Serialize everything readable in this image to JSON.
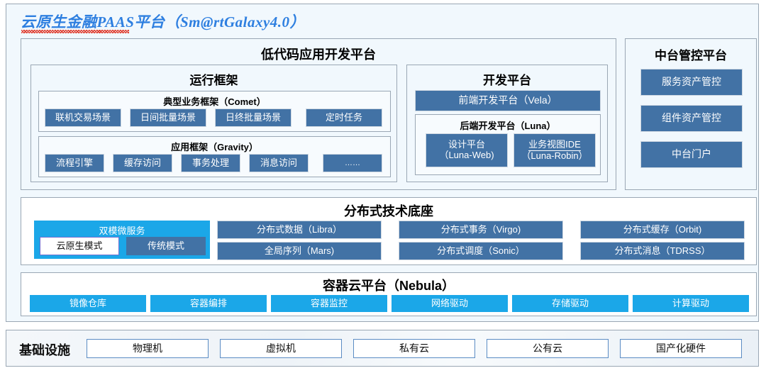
{
  "title": "云原生金融PAAS平台（Sm@rtGalaxy4.0）",
  "colors": {
    "steel_blue": "#4272a5",
    "cyan": "#1ba7e8",
    "panel_bg": "#f1f8fd",
    "border": "#9aa7b4",
    "title_blue": "#2e7fe0",
    "spellcheck_red": "#e03020"
  },
  "lowcode": {
    "title": "低代码应用开发平台",
    "runtime": {
      "title": "运行框架",
      "comet": {
        "title": "典型业务框架（Comet）",
        "items": [
          "联机交易场景",
          "日间批量场景",
          "日终批量场景",
          "定时任务"
        ]
      },
      "gravity": {
        "title": "应用框架（Gravity）",
        "items": [
          "流程引擎",
          "缓存访问",
          "事务处理",
          "消息访问",
          "……"
        ]
      }
    },
    "devplatform": {
      "title": "开发平台",
      "frontend": "前端开发平台（Vela）",
      "backend": {
        "title": "后端开发平台（Luna）",
        "items": [
          {
            "line1": "设计平台",
            "line2": "（Luna-Web)"
          },
          {
            "line1": "业务视图IDE",
            "line2": "（Luna-Robin）"
          }
        ]
      }
    }
  },
  "midplatform": {
    "title": "中台管控平台",
    "items": [
      "服务资产管控",
      "组件资产管控",
      "中台门户"
    ]
  },
  "distributed_base": {
    "title": "分布式技术底座",
    "dualmode": {
      "title": "双模微服务",
      "modes": [
        "云原生模式",
        "传统模式"
      ]
    },
    "columns": [
      [
        "分布式数据（Libra）",
        "全局序列（Mars)"
      ],
      [
        "分布式事务（Virgo)",
        "分布式调度（Sonic）"
      ],
      [
        "分布式缓存（Orbit)",
        "分布式消息（TDRSS）"
      ]
    ]
  },
  "container_cloud": {
    "title": "容器云平台（Nebula）",
    "items": [
      "镜像仓库",
      "容器编排",
      "容器监控",
      "网络驱动",
      "存储驱动",
      "计算驱动"
    ]
  },
  "infrastructure": {
    "label": "基础设施",
    "items": [
      "物理机",
      "虚拟机",
      "私有云",
      "公有云",
      "国产化硬件"
    ]
  }
}
